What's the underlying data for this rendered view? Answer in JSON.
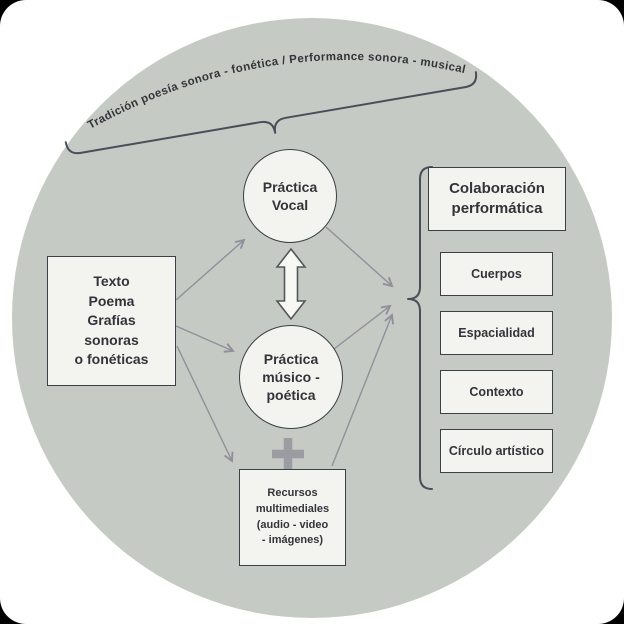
{
  "arc_title": "Tradición poesía sonora - fonética / Performance sonora - musical",
  "nodes": {
    "left_box": {
      "text": "Texto\nPoema\nGrafías\nsonoras\no fonéticas"
    },
    "vocal": {
      "text": "Práctica\nVocal"
    },
    "musico": {
      "text": "Práctica\nmúsico -\npoética"
    },
    "multimedia": {
      "text": "Recursos\nmultimediales\n(audio - video\n- imágenes)"
    }
  },
  "right_panel": {
    "title": "Colaboración\nperformática",
    "items": [
      "Cuerpos",
      "Espacialidad",
      "Contexto",
      "Círculo artístico"
    ]
  },
  "icons": {
    "double_arrow": "vertical-double-arrow",
    "plus": "plus"
  },
  "colors": {
    "page_frame": "#000000",
    "canvas": "#ffffff",
    "circle_bg": "#c6cac4",
    "node_fill": "#f3f3ef",
    "node_border": "#3d3f45",
    "text": "#33343a",
    "arrow": "#8f909c",
    "brace": "#4a4e59",
    "plus": "#9a9ca1",
    "double_arrow_fill": "#f7f7f3",
    "double_arrow_border": "#54565c"
  }
}
